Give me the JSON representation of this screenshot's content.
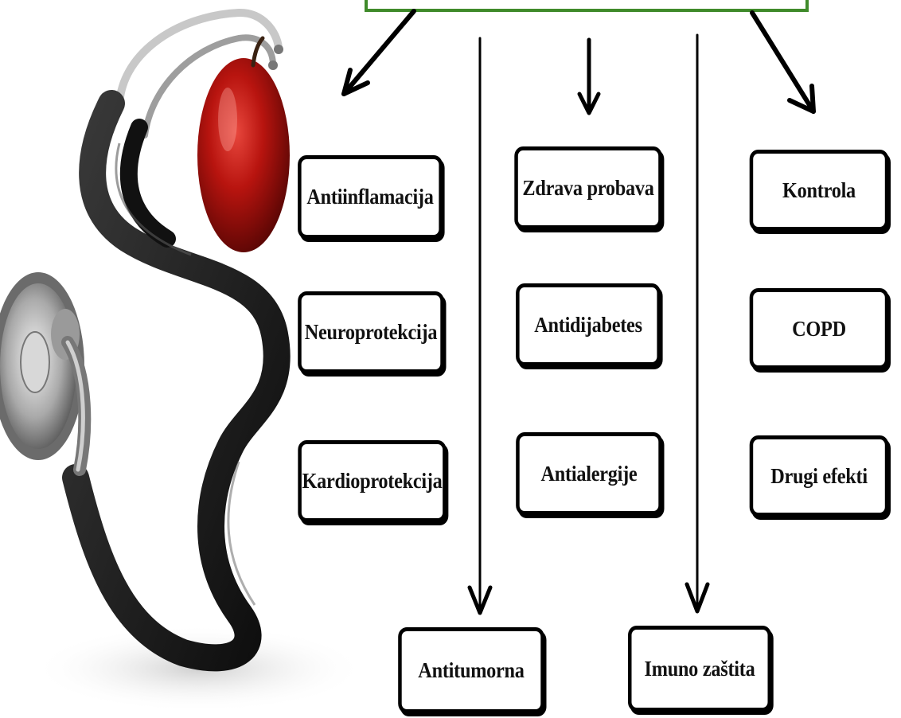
{
  "diagram": {
    "header_box": {
      "label": "",
      "border_color": "#3f8a2a"
    },
    "boxes": {
      "antiinflamacija": "Antiinflamacija",
      "neuroprotekcija": "Neuroprotekcija",
      "kardioprotekcija": "Kardioprotekcija",
      "zdrava_probava": "Zdrava probava",
      "antidijabetes": "Antidijabetes",
      "antialergije": "Antialergije",
      "kontrola": "Kontrola",
      "copd": "COPD",
      "drugi_efekti": "Drugi efekti",
      "antitumorna": "Antitumorna",
      "imuno_zastita": "Imuno zaštita"
    }
  },
  "illustration": {
    "subject": "stethoscope-with-apple",
    "apple_color": "#b01512",
    "tube_color": "#1b1b1b"
  }
}
